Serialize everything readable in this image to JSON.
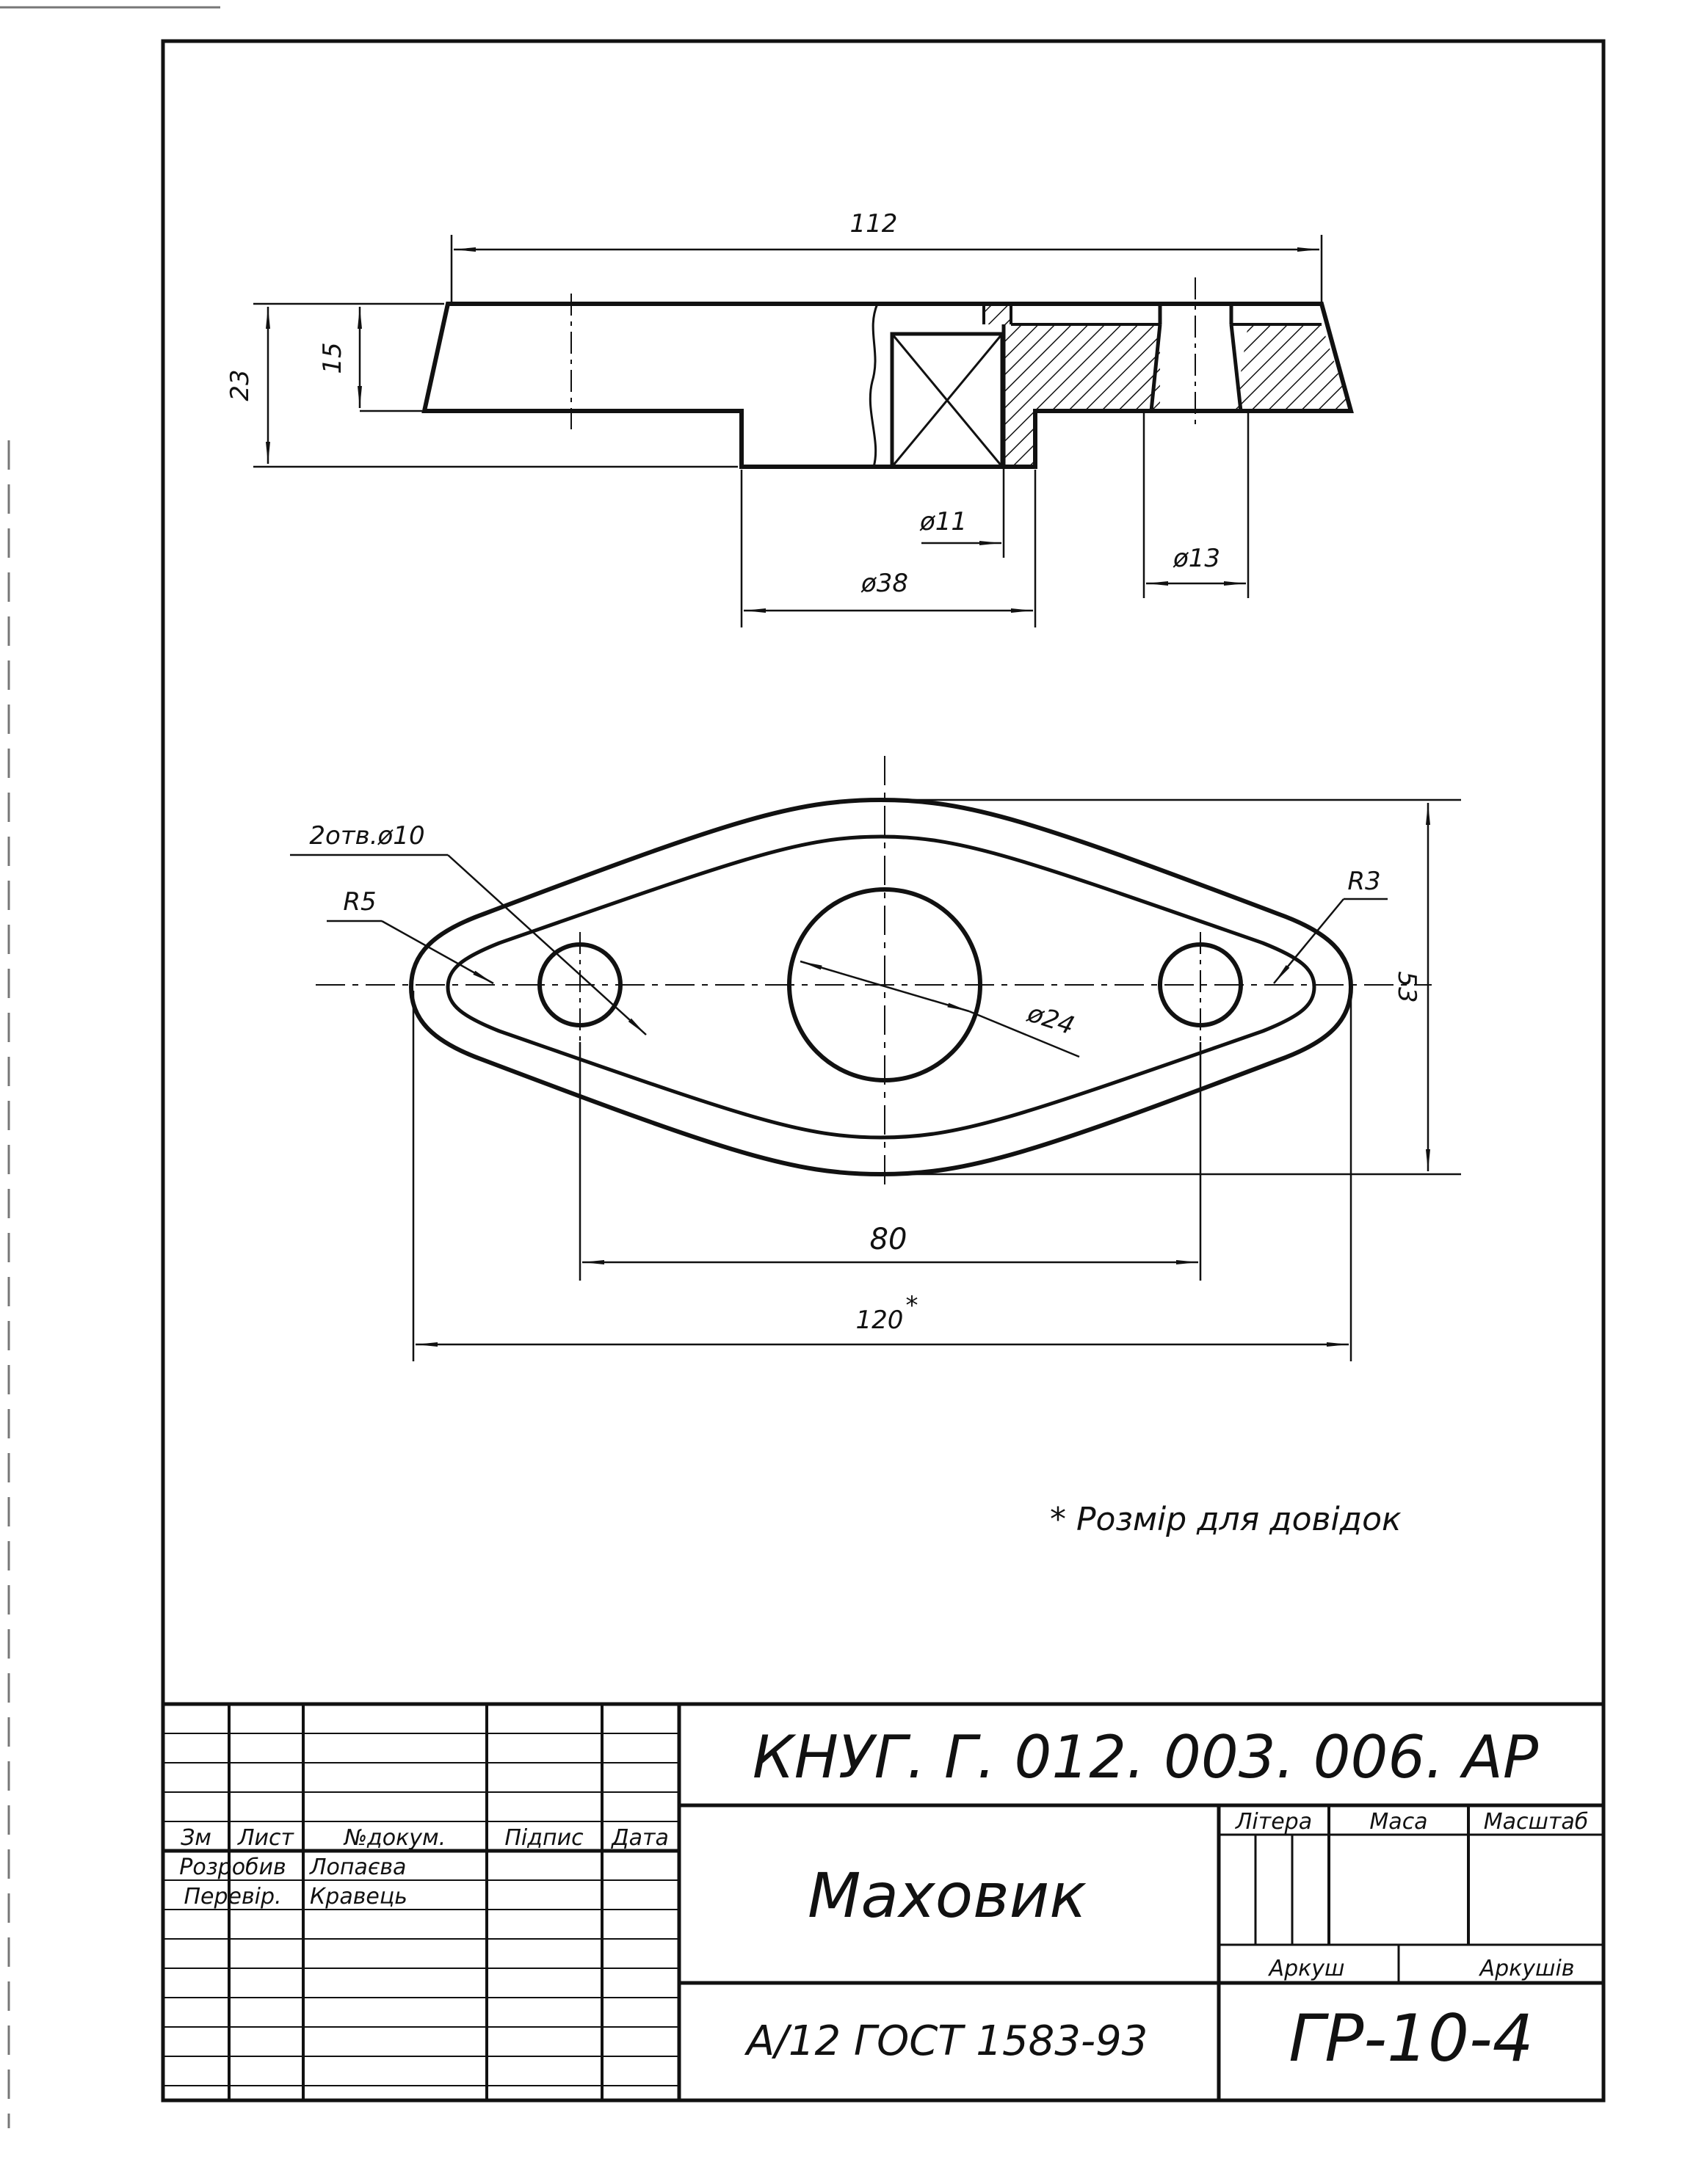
{
  "dimensions": {
    "width_112": "112",
    "height_23": "23",
    "height_15": "15",
    "dia_11": "ø11",
    "dia_38": "ø38",
    "dia_13": "ø13",
    "holes": "2отв.ø10",
    "radius_r5": "R5",
    "radius_r3": "R3",
    "dia_24": "ø24",
    "height_53": "53",
    "center_80": "80",
    "overall_120": "120",
    "overall_star": "*"
  },
  "note": "* Розмір для довідок",
  "title_block": {
    "code": "КНУГ. Г. 012. 003. 006. АР",
    "part_name": "Маховик",
    "material": "А/12 ГОСТ 1583-93",
    "sheet_id": "ГР-10-4",
    "headers": {
      "zm": "Зм",
      "arkush": "Лист",
      "doc_no": "№докум.",
      "signature": "Підпис",
      "date": "Дата",
      "litera": "Літера",
      "masa": "Маса",
      "masshtab": "Масштаб",
      "sheet": "Аркуш",
      "sheets": "Аркушів"
    },
    "rows": {
      "developed_label": "Розробив",
      "developed_name": "Лопаєва",
      "checked_label": "Перевір.",
      "checked_name": "Кравець"
    }
  },
  "colors": {
    "line": "#111111",
    "paper": "#ffffff"
  }
}
